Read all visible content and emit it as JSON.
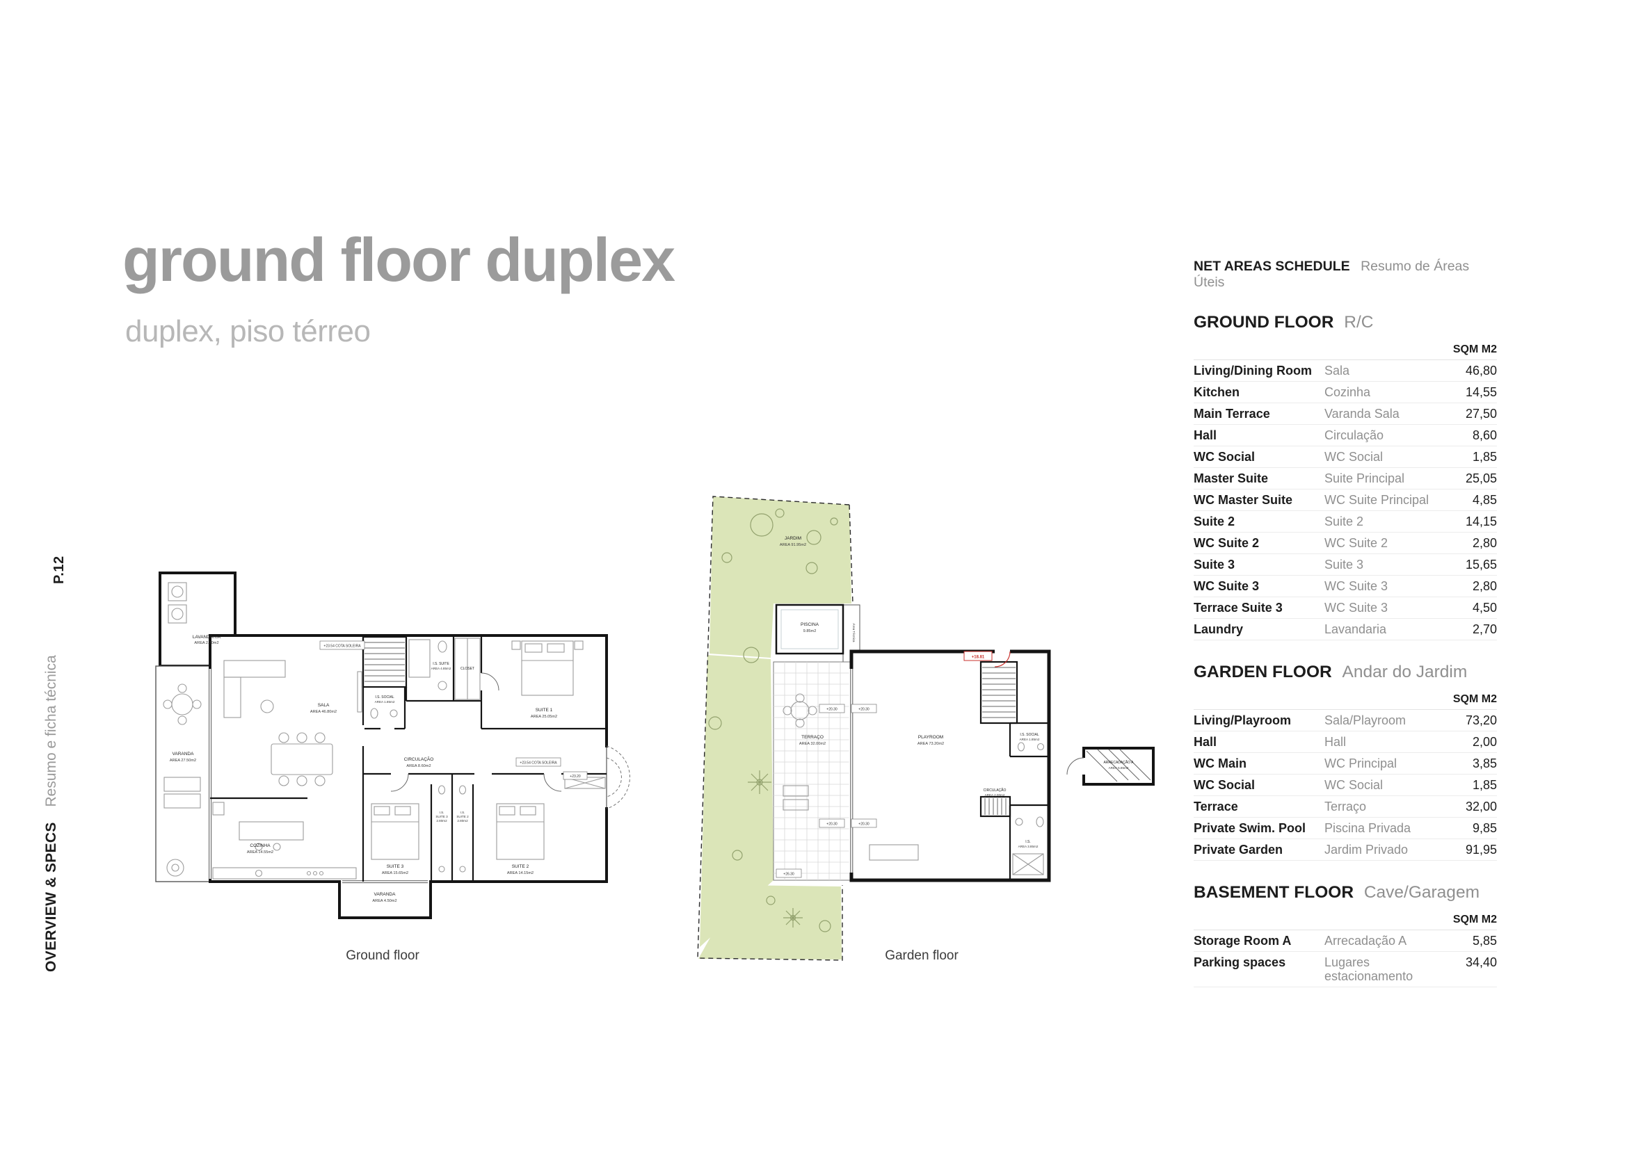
{
  "page": {
    "number": "P.12",
    "sidebar_bold": "OVERVIEW & SPECS",
    "sidebar_gray": "Resumo e ficha técnica"
  },
  "header": {
    "title": "ground floor duplex",
    "subtitle": "duplex, piso térreo"
  },
  "colors": {
    "garden_green": "#dbe5b8",
    "marker_red": "#c9302c",
    "title_gray": "#9b9b9b"
  },
  "plans": {
    "ground": {
      "caption": "Ground floor",
      "rooms": {
        "lavandaria": {
          "name": "LAVANDARIA",
          "area": "AREA 2.70m2"
        },
        "varanda": {
          "name": "VARANDA",
          "area": "AREA 27.50m2"
        },
        "sala": {
          "name": "SALA",
          "area": "AREA 46.80m2"
        },
        "cozinha": {
          "name": "COZINHA",
          "area": "AREA 14.55m2"
        },
        "circulacao": {
          "name": "CIRCULAÇÃO",
          "area": "AREA 8.60m2"
        },
        "is_social": {
          "name": "I.S. SOCIAL",
          "area": "AREA 1.85m2"
        },
        "is_suite": {
          "name": "I.S. SUITE",
          "area": "AREA 4.85m2"
        },
        "closet": {
          "name": "CLOSET"
        },
        "suite1": {
          "name": "SUITE 1",
          "area": "AREA 25.05m2"
        },
        "suite2": {
          "name": "SUITE 2",
          "area": "AREA 14.15m2"
        },
        "suite3": {
          "name": "SUITE 3",
          "area": "AREA 15.65m2"
        },
        "is_suite2": {
          "l1": "I.S.",
          "l2": "SUITE 2",
          "area": "2.80m2"
        },
        "is_suite3": {
          "l1": "I.S.",
          "l2": "SUITE 3",
          "area": "2.80m2"
        },
        "varanda_suite3": {
          "name": "VARANDA",
          "area": "AREA 4.50m2"
        },
        "cota_top": "+23.54 COTA SOLEIRA",
        "cota_right": "+23.54 COTA SOLEIRA",
        "cota_right2": "+23.20"
      }
    },
    "garden": {
      "caption": "Garden floor",
      "rooms": {
        "jardim": {
          "name": "JARDIM",
          "area": "AREA 91.95m2"
        },
        "piscina": {
          "name": "PISCINA",
          "area": "9.85m2"
        },
        "area_tecnica": "Área Técnica",
        "terraco": {
          "name": "TERRAÇO",
          "area": "AREA 32.00m2"
        },
        "playroom": {
          "name": "PLAYROOM",
          "area": "AREA 73.20m2"
        },
        "circulacao": {
          "name": "CIRCULAÇÃO",
          "area": "AREA 2.00m2"
        },
        "is_social": {
          "name": "I.S. SOCIAL",
          "area": "AREA 1.85m2"
        },
        "is_main": {
          "name": "I.S.",
          "area": "AREA 3.85m2"
        },
        "arrecadacao": {
          "name": "ARRECADAÇÃO A",
          "area": "AREA 5.85m2"
        },
        "level_red": "+18.81",
        "level_a": "+20.30",
        "level_b": "+20.30",
        "level_c": "+20.30",
        "level_d": "+20.30",
        "level_e": "+26.30"
      }
    }
  },
  "schedule": {
    "title": "NET AREAS SCHEDULE",
    "subtitle": "Resumo de Áreas Úteis",
    "sections": [
      {
        "title": "GROUND FLOOR",
        "subtitle": "R/C",
        "unit": "SQM M2",
        "rows": [
          {
            "en": "Living/Dining Room",
            "pt": "Sala",
            "value": "46,80"
          },
          {
            "en": "Kitchen",
            "pt": "Cozinha",
            "value": "14,55"
          },
          {
            "en": "Main Terrace",
            "pt": "Varanda Sala",
            "value": "27,50"
          },
          {
            "en": "Hall",
            "pt": "Circulação",
            "value": "8,60"
          },
          {
            "en": "WC Social",
            "pt": "WC Social",
            "value": "1,85"
          },
          {
            "en": "Master Suite",
            "pt": "Suite Principal",
            "value": "25,05"
          },
          {
            "en": "WC Master Suite",
            "pt": "WC Suite Principal",
            "value": "4,85"
          },
          {
            "en": "Suite 2",
            "pt": "Suite 2",
            "value": "14,15"
          },
          {
            "en": "WC Suite 2",
            "pt": "WC Suite 2",
            "value": "2,80"
          },
          {
            "en": "Suite 3",
            "pt": "Suite 3",
            "value": "15,65"
          },
          {
            "en": "WC Suite 3",
            "pt": "WC Suite 3",
            "value": "2,80"
          },
          {
            "en": "Terrace Suite 3",
            "pt": "WC Suite 3",
            "value": "4,50"
          },
          {
            "en": "Laundry",
            "pt": "Lavandaria",
            "value": "2,70"
          }
        ]
      },
      {
        "title": "GARDEN FLOOR",
        "subtitle": "Andar do Jardim",
        "unit": "SQM M2",
        "rows": [
          {
            "en": "Living/Playroom",
            "pt": "Sala/Playroom",
            "value": "73,20"
          },
          {
            "en": "Hall",
            "pt": "Hall",
            "value": "2,00"
          },
          {
            "en": "WC Main",
            "pt": "WC Principal",
            "value": "3,85"
          },
          {
            "en": "WC Social",
            "pt": "WC Social",
            "value": "1,85"
          },
          {
            "en": "Terrace",
            "pt": "Terraço",
            "value": "32,00"
          },
          {
            "en": "Private Swim. Pool",
            "pt": "Piscina Privada",
            "value": "9,85"
          },
          {
            "en": "Private Garden",
            "pt": "Jardim Privado",
            "value": "91,95"
          }
        ]
      },
      {
        "title": "BASEMENT FLOOR",
        "subtitle": "Cave/Garagem",
        "unit": "SQM M2",
        "rows": [
          {
            "en": "Storage Room A",
            "pt": "Arrecadação A",
            "value": "5,85"
          },
          {
            "en": "Parking spaces",
            "pt": "Lugares estacionamento",
            "value": "34,40"
          }
        ]
      }
    ]
  }
}
